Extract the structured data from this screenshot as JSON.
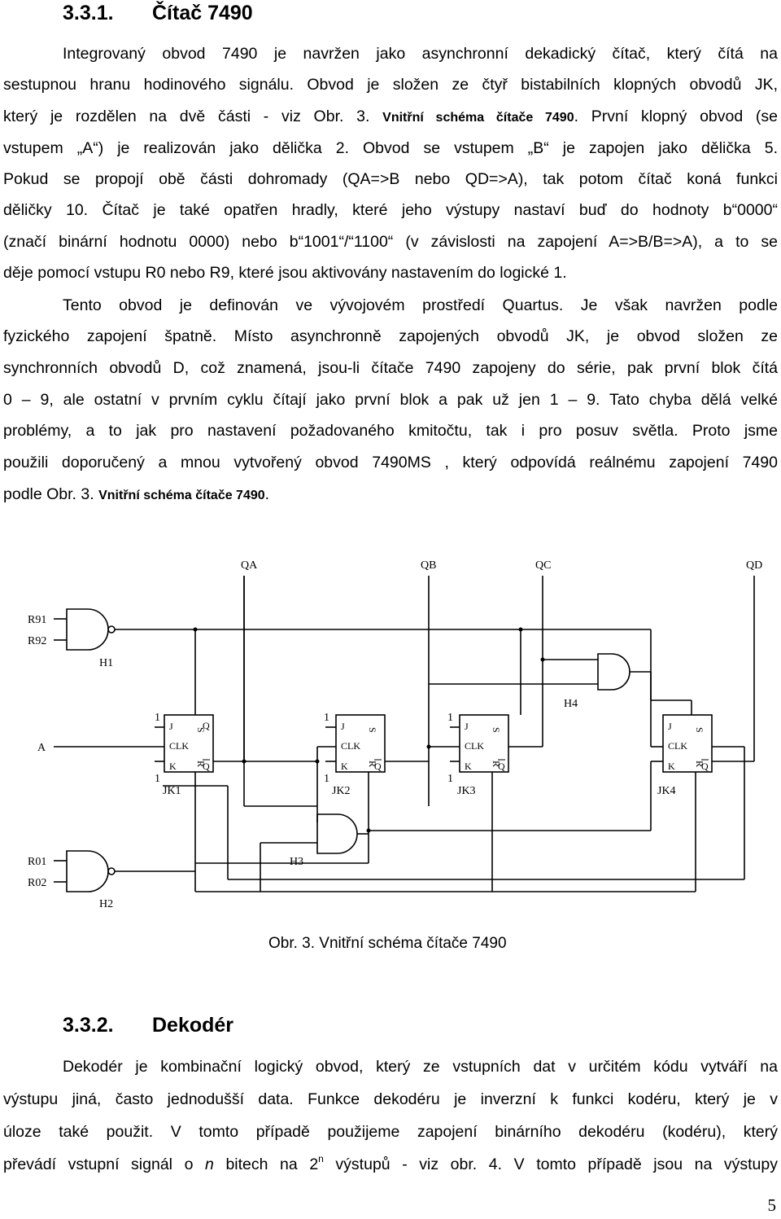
{
  "section1": {
    "number": "3.3.1.",
    "title": "Čítač 7490"
  },
  "p1": {
    "l1": "Integrovaný obvod 7490 je navržen jako asynchronní dekadický čítač, který čítá na",
    "l2": "sestupnou hranu hodinového signálu. Obvod je složen ze čtyř bistabilních klopných obvodů JK,",
    "l3a": "který je rozdělen na dvě části - viz Obr. 3.",
    "l3ref": "Vnitřní schéma čítače 7490",
    "l3b": ". První klopný obvod (se",
    "l4": "vstupem „A“) je realizován jako dělička 2. Obvod se vstupem „B“ je zapojen jako dělička 5.",
    "l5": "Pokud se propojí obě části dohromady (QA=>B nebo QD=>A), tak potom čítač koná funkci",
    "l6": "děličky 10. Čítač je také opatřen hradly, které jeho výstupy nastaví buď do hodnoty b“0000“",
    "l7": "(značí binární hodnotu 0000) nebo b“1001“/“1100“ (v závislosti na zapojení A=>B/B=>A), a to se",
    "l8": "děje pomocí vstupu R0 nebo R9, které jsou aktivovány nastavením do logické 1."
  },
  "p2": {
    "l1": "Tento obvod je definován ve vývojovém prostředí Quartus. Je však navržen podle",
    "l2": "fyzického zapojení špatně. Místo asynchronně zapojených obvodů JK, je obvod složen ze",
    "l3": "synchronních obvodů D, což znamená, jsou-li čítače 7490 zapojeny do série, pak první blok čítá",
    "l4": "0 – 9, ale ostatní v prvním cyklu čítají jako první blok a pak už jen 1 – 9. Tato chyba dělá velké",
    "l5": "problémy, a to jak pro nastavení požadovaného kmitočtu, tak i pro posuv světla. Proto jsme",
    "l6": "použili doporučený a mnou vytvořený obvod 7490MS , který odpovídá reálnému zapojení 7490",
    "l7a": "podle Obr. 3.",
    "l7ref": "Vnitřní schéma čítače 7490",
    "l7b": "."
  },
  "figure": {
    "outputs": [
      "QA",
      "QB",
      "QC",
      "QD"
    ],
    "inputs": [
      "R91",
      "R92",
      "A",
      "R01",
      "R02"
    ],
    "gates": [
      "H1",
      "H2",
      "H3",
      "H4"
    ],
    "flipflops": [
      "JK1",
      "JK2",
      "JK3",
      "JK4"
    ],
    "pins": {
      "j": "J",
      "s": "S",
      "clk": "CLK",
      "k": "K",
      "r": "R",
      "q": "Q",
      "one": "1"
    },
    "caption": "Obr. 3. Vnitřní schéma čítače 7490"
  },
  "section2": {
    "number": "3.3.2.",
    "title": "Dekodér"
  },
  "p3": {
    "l1": "Dekodér je kombinační logický obvod, který ze vstupních dat v určitém kódu vytváří na",
    "l2": "výstupu jiná, často jednodušší data. Funkce dekodéru je inverzní k funkci kodéru, který je v",
    "l3": "úloze také použit. V tomto případě použijeme zapojení binárního dekodéru (kodéru), který",
    "l4a": "převádí vstupní signál o ",
    "l4n": "n",
    "l4b": " bitech na 2",
    "l4sup": "n",
    "l4c": " výstupů - viz obr. 4. V tomto případě jsou na výstupy"
  },
  "page_number": "5"
}
